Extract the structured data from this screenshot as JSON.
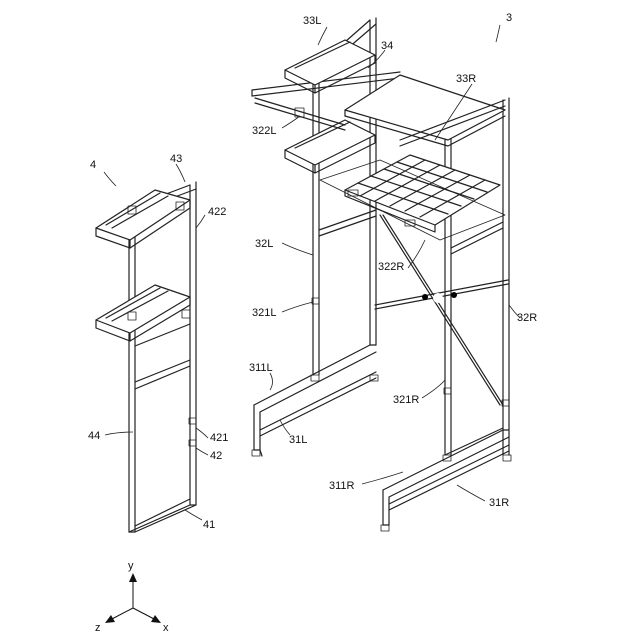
{
  "labels": {
    "n3": "3",
    "n4": "4",
    "n33L": "33L",
    "n34": "34",
    "n33R": "33R",
    "n322L": "322L",
    "n32L": "32L",
    "n322R": "322R",
    "n321L": "321L",
    "n32R": "32R",
    "n311L": "311L",
    "n321R": "321R",
    "n31L": "31L",
    "n311R": "311R",
    "n31R": "31R",
    "n43": "43",
    "n422": "422",
    "n44": "44",
    "n421": "421",
    "n42": "42",
    "n41": "41"
  },
  "axes": {
    "y": "y",
    "z": "z",
    "x": "x"
  },
  "colors": {
    "line": "#222222",
    "background": "#ffffff"
  }
}
